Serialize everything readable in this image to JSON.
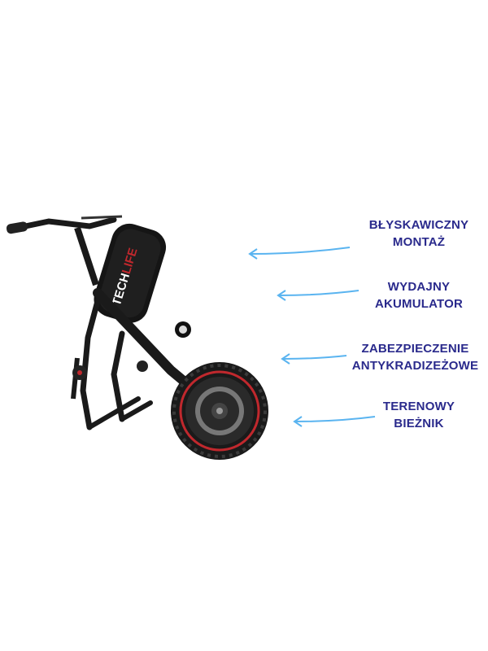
{
  "brand": {
    "logo_text": "TECHLIFE",
    "logo_part1": "TECH",
    "logo_part2": "LIFE"
  },
  "features": [
    {
      "line1": "BŁYSKAWICZNY",
      "line2": "MONTAŻ"
    },
    {
      "line1": "WYDAJNY",
      "line2": "AKUMULATOR"
    },
    {
      "line1": "ZABEZPIECZENIE",
      "line2": "ANTYKRADIZEŻOWE"
    },
    {
      "line1": "TERENOWY",
      "line2": "BIEŻNIK"
    }
  ],
  "colors": {
    "text": "#2a2a8c",
    "arrow": "#5ab4f0",
    "frame": "#1a1a1a",
    "accent": "#c0282d"
  }
}
